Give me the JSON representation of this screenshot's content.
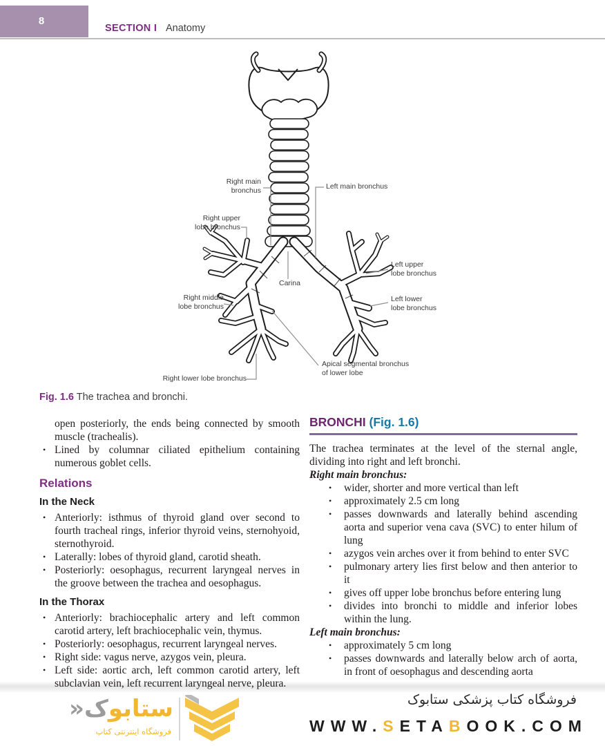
{
  "header": {
    "page_number": "8",
    "section_label": "SECTION I",
    "section_title": "Anatomy"
  },
  "figure": {
    "caption_label": "Fig. 1.6",
    "caption_text": " The trachea and bronchi.",
    "labels": {
      "right_main": "Right main\nbronchus",
      "left_main": "Left main bronchus",
      "right_upper": "Right upper\nlobe bronchus",
      "carina": "Carina",
      "right_middle": "Right middle\nlobe bronchus",
      "left_upper": "Left upper\nlobe bronchus",
      "left_lower": "Left lower\nlobe bronchus",
      "apical": "Apical segmental bronchus\nof lower lobe",
      "right_lower": "Right lower lobe bronchus"
    }
  },
  "left_column": {
    "continuation": "open posteriorly, the ends being connected by smooth muscle (trachealis).",
    "bullet_epithelium": "Lined by columnar ciliated epithelium containing numerous goblet cells.",
    "relations_heading": "Relations",
    "neck_heading": "In the Neck",
    "neck_bullets": [
      "Anteriorly: isthmus of thyroid gland over second to fourth tracheal rings, inferior thyroid veins, sternohyoid, sternothyroid.",
      "Laterally: lobes of thyroid gland, carotid sheath.",
      "Posteriorly: oesophagus, recurrent laryngeal nerves in the groove between the trachea and oesophagus."
    ],
    "thorax_heading": "In the Thorax",
    "thorax_bullets": [
      "Anteriorly: brachiocephalic artery and left common carotid artery, left brachiocephalic vein, thymus.",
      "Posteriorly: oesophagus, recurrent laryngeal nerves.",
      "Right side: vagus nerve, azygos vein, pleura.",
      "Left side: aortic arch, left common carotid artery, left subclavian vein, left recurrent laryngeal nerve, pleura."
    ]
  },
  "right_column": {
    "heading": "BRONCHI ",
    "heading_ref": "(Fig. 1.6)",
    "intro": "The trachea terminates at the level of the sternal angle, dividing into right and left bronchi.",
    "right_main_heading": "Right main bronchus:",
    "right_main_bullets": [
      "wider, shorter and more vertical than left",
      "approximately 2.5 cm long",
      "passes downwards and laterally behind ascending aorta and superior vena cava (SVC) to enter hilum of lung",
      "azygos vein arches over it from behind to enter SVC",
      "pulmonary artery lies first below and then anterior to it",
      "gives off upper lobe bronchus before entering lung",
      "divides into bronchi to middle and inferior lobes within the lung."
    ],
    "left_main_heading": "Left main bronchus:",
    "left_main_bullets": [
      "approximately 5 cm long",
      "passes downwards and laterally below arch of aorta, in front of oesophagus and descending aorta"
    ]
  },
  "footer": {
    "logo_main": "ستابو",
    "logo_tail": "ک«",
    "logo_subtitle": "فروشگاه اینترنتی کتاب",
    "store_title": "فروشگاه کتاب پزشکی ستابوک",
    "url_p1": "WWW.",
    "url_s": "S",
    "url_p2": "ETA",
    "url_b": "B",
    "url_p3": "OOK.COM"
  },
  "colors": {
    "header_box": "#a690ad",
    "purple_heading": "#7e2e82",
    "figref_teal": "#1878a8",
    "rule_purple": "#806b9d",
    "brand_yellow": "#f2b632"
  }
}
